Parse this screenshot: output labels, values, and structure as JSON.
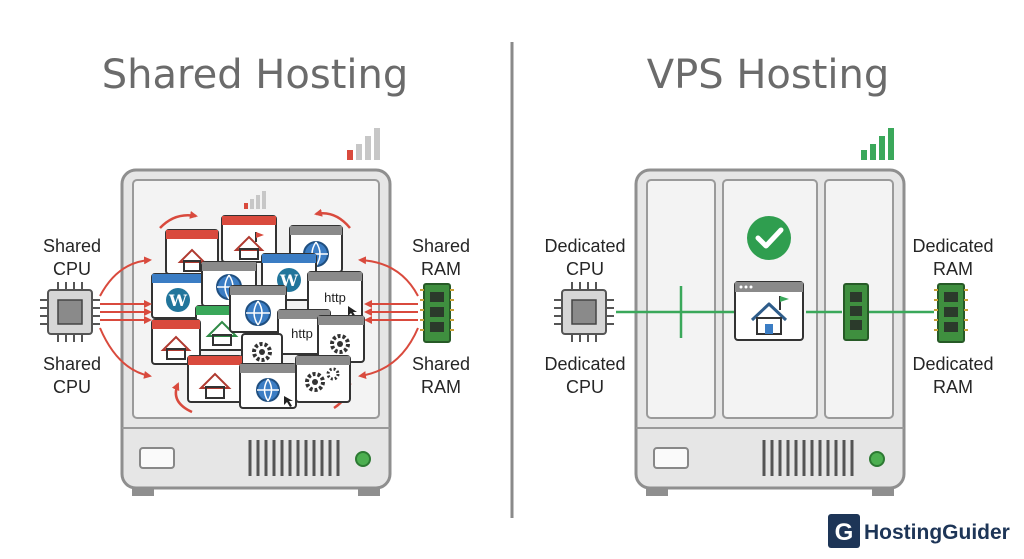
{
  "shared": {
    "title": "Shared Hosting",
    "cpu_label_top": [
      "Shared",
      "CPU"
    ],
    "cpu_label_bottom": [
      "Shared",
      "CPU"
    ],
    "ram_label_top": [
      "Shared",
      "RAM"
    ],
    "ram_label_bottom": [
      "Shared",
      "RAM"
    ],
    "window_texts": [
      "http",
      "http"
    ],
    "signal_level": 1
  },
  "vps": {
    "title": "VPS Hosting",
    "cpu_label_top": [
      "Dedicated",
      "CPU"
    ],
    "cpu_label_bottom": [
      "Dedicated",
      "CPU"
    ],
    "ram_label_top": [
      "Dedicated",
      "RAM"
    ],
    "ram_label_bottom": [
      "Dedicated",
      "RAM"
    ],
    "signal_level": 4
  },
  "brand": {
    "name": "HostingGuider",
    "logo_letter": "G"
  },
  "colors": {
    "accent_red": "#d94a3d",
    "accent_green": "#3aa85a",
    "check_green": "#2f9e4f",
    "server_gray": "#8f8f8f",
    "divider": "#8a8a8a"
  },
  "icons": [
    "cpu-chip-icon",
    "ram-stick-icon",
    "wordpress-icon",
    "globe-icon",
    "home-icon",
    "gear-icon",
    "cursor-icon",
    "check-icon",
    "signal-bars-icon"
  ]
}
